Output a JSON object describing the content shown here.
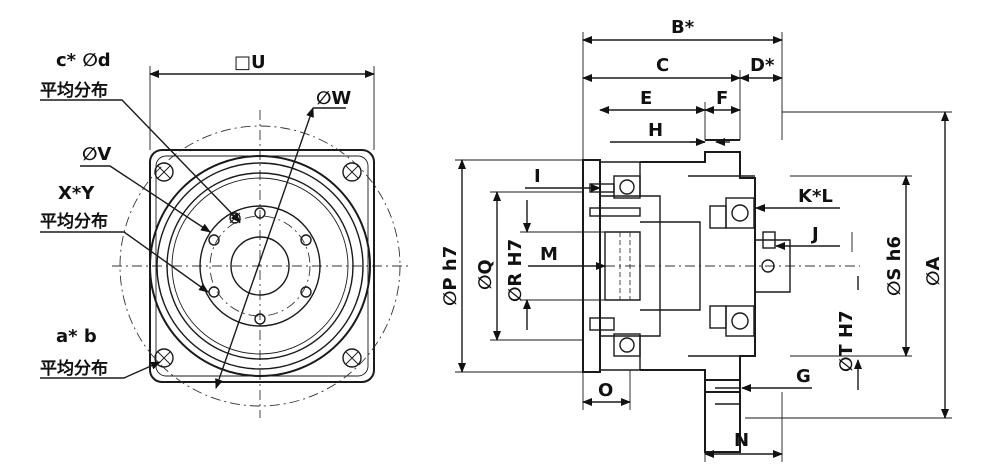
{
  "front_view": {
    "u": "□U",
    "cd": "c* ∅d",
    "cd_note": "平均分布",
    "w": "∅W",
    "v": "∅V",
    "xy": "X*Y",
    "xy_note": "平均分布",
    "ab": "a* b",
    "ab_note": "平均分布"
  },
  "side_view": {
    "b": "B*",
    "c": "C",
    "d": "D*",
    "e": "E",
    "f": "F",
    "h": "H",
    "i": "I",
    "kl": "K*L",
    "j": "J",
    "m": "M",
    "p": "∅P h7",
    "q": "∅Q",
    "r": "∅R H7",
    "s": "∅S h6",
    "a": "∅A",
    "t": "∅T H7",
    "g": "G",
    "o": "O",
    "n": "N"
  }
}
